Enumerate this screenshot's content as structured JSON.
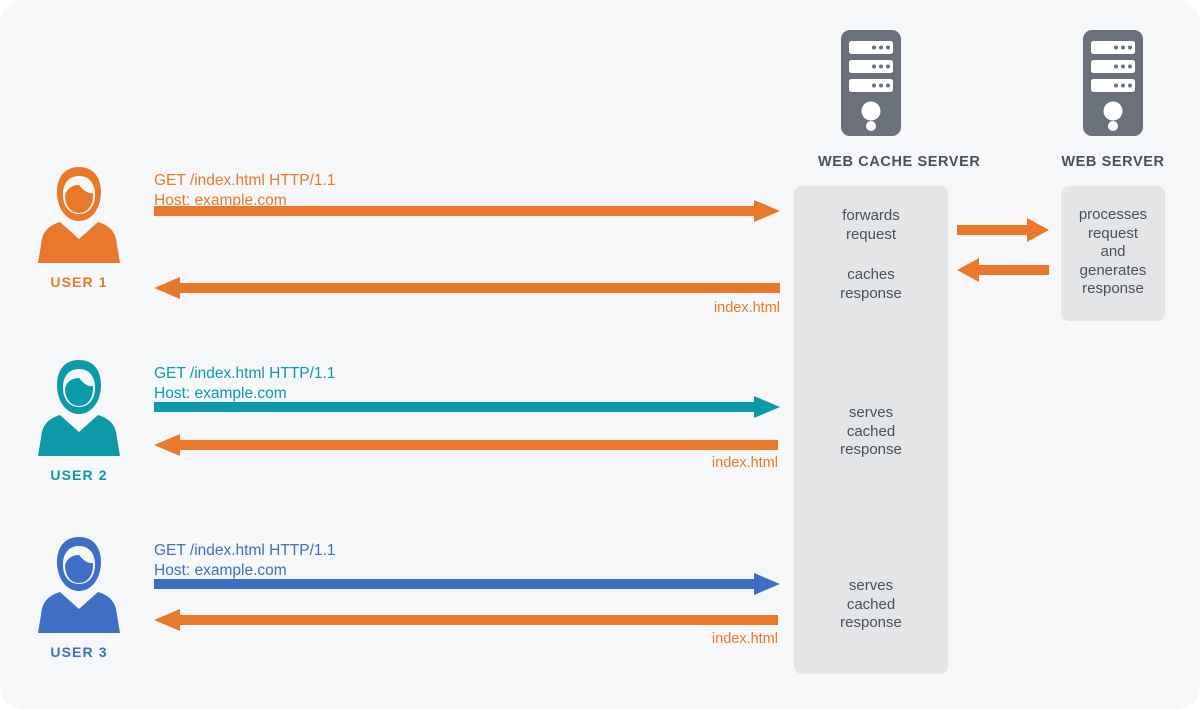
{
  "colors": {
    "background": "#f6f7f9",
    "orange": "#e8792b",
    "teal": "#0d9aa8",
    "blue": "#3e6fc4",
    "panel_gray": "#e4e5e7",
    "server_gray": "#6b717b",
    "text_gray": "#4a515c"
  },
  "nodes": {
    "cache_server": {
      "caption": "WEB CACHE SERVER",
      "icon": "server-tower-icon"
    },
    "origin_server": {
      "caption": "WEB SERVER",
      "icon": "server-tower-icon"
    }
  },
  "cache_panel": {
    "steps": [
      "forwards\nrequest",
      "caches\nresponse",
      "serves\ncached\nresponse",
      "serves\ncached\nresponse"
    ]
  },
  "origin_panel": {
    "text": "processes\nrequest\nand\ngenerates\nresponse"
  },
  "backend_arrows": {
    "to_origin_label": "request-to-origin-arrow",
    "from_origin_label": "response-from-origin-arrow"
  },
  "users": [
    {
      "label": "USER 1",
      "color": "#e8792b",
      "request": "GET /index.html HTTP/1.1\nHost: example.com",
      "response_label": "index.html"
    },
    {
      "label": "USER 2",
      "color": "#0d9aa8",
      "request": "GET /index.html HTTP/1.1\nHost: example.com",
      "response_label": "index.html"
    },
    {
      "label": "USER 3",
      "color": "#3e6fc4",
      "request": "GET /index.html HTTP/1.1\nHost: example.com",
      "response_label": "index.html"
    }
  ]
}
